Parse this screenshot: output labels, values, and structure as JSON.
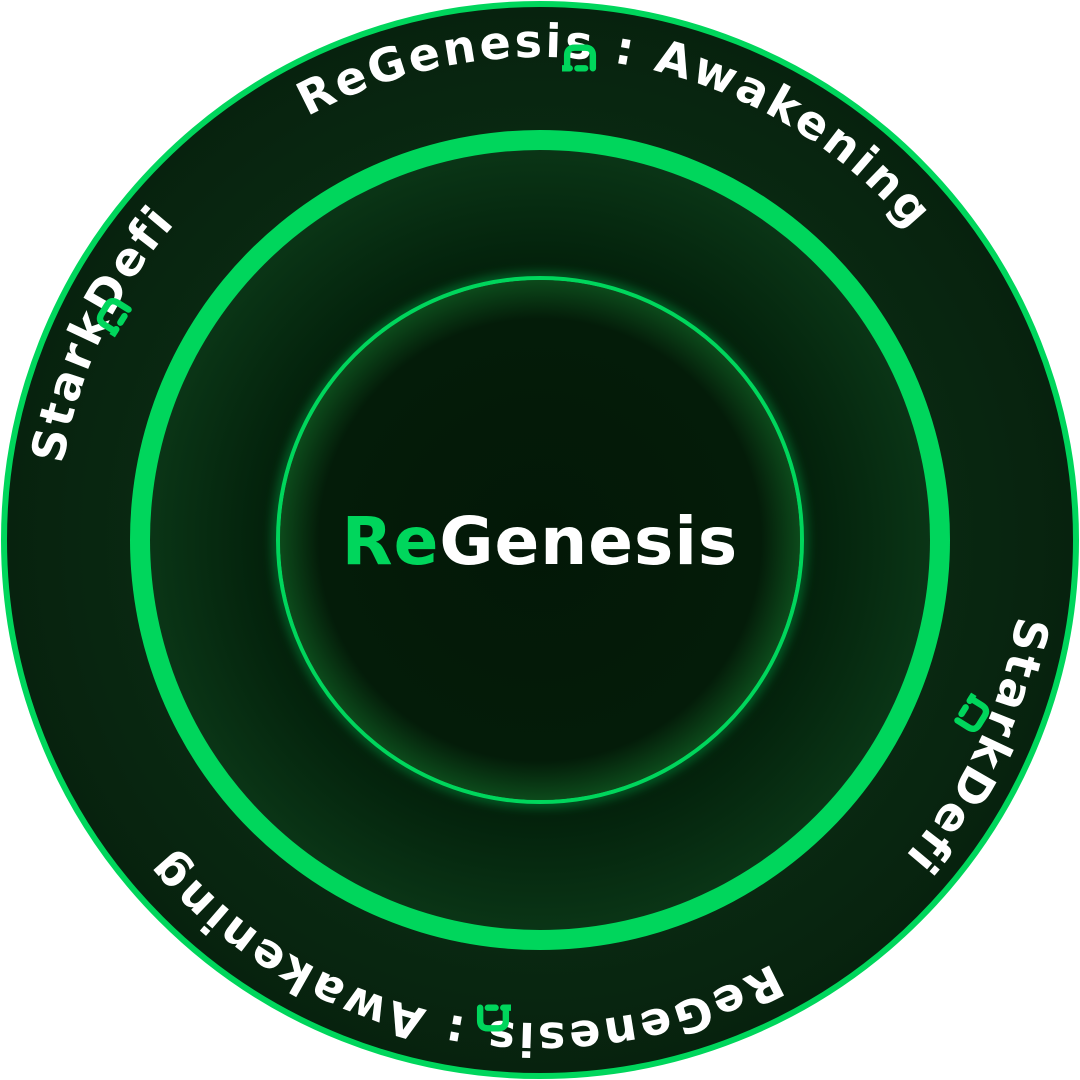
{
  "badge": {
    "ring_text": {
      "part1": "StarkDefi",
      "part2": "ReGenesis : Awakening",
      "part3": "StarkDefi",
      "part4": "ReGenesis : Awakening"
    },
    "center_title": {
      "prefix": "Re",
      "suffix": "Genesis"
    },
    "icon": "starkdefi-logo-icon"
  },
  "colors": {
    "accent": "#00d65c",
    "background": "#0a2e14",
    "center": "#041a0a",
    "text": "#ffffff"
  }
}
